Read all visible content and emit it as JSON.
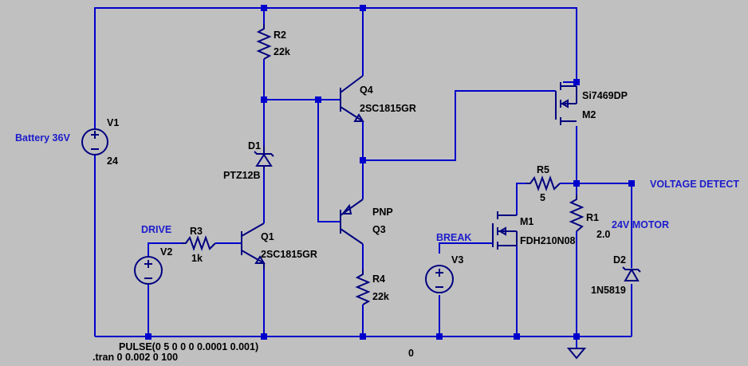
{
  "components": {
    "V1": {
      "name": "V1",
      "value": "24"
    },
    "V2": {
      "name": "V2"
    },
    "V3": {
      "name": "V3"
    },
    "R1": {
      "name": "R1",
      "value": "2.0"
    },
    "R2": {
      "name": "R2",
      "value": "22k"
    },
    "R3": {
      "name": "R3",
      "value": "1k"
    },
    "R4": {
      "name": "R4",
      "value": "22k"
    },
    "R5": {
      "name": "R5",
      "value": "5"
    },
    "D1": {
      "name": "D1",
      "value": "PTZ12B"
    },
    "D2": {
      "name": "D2",
      "value": "1N5819"
    },
    "Q1": {
      "name": "Q1",
      "value": "2SC1815GR"
    },
    "Q3": {
      "name": "Q3",
      "value": "PNP"
    },
    "Q4": {
      "name": "Q4",
      "value": "2SC1815GR"
    },
    "M1": {
      "name": "M1",
      "value": "FDH210N08"
    },
    "M2": {
      "name": "M2",
      "value": "Si7469DP"
    }
  },
  "nets": {
    "battery": "Battery 36V",
    "drive": "DRIVE",
    "break": "BREAK",
    "voltage_detect": "VOLTAGE DETECT",
    "motor": "24V MOTOR",
    "ground": "0"
  },
  "directives": {
    "pulse": "PULSE(0 5 0 0 0 0.0001 0.001)",
    "tran": ".tran 0 0.002 0 100"
  }
}
